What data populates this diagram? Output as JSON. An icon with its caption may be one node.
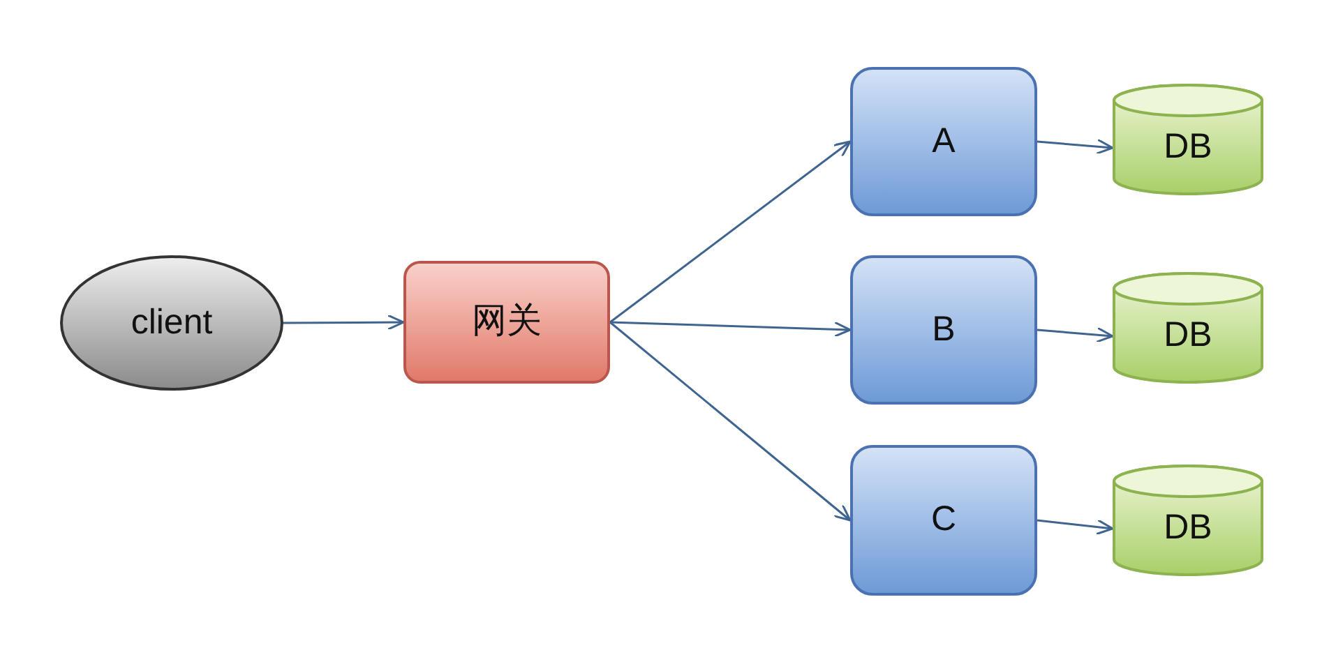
{
  "diagram": {
    "nodes": [
      {
        "text": [
          "client"
        ]
      },
      {
        "text": [
          "网关"
        ]
      },
      {
        "text": [
          "A"
        ]
      },
      {
        "text": [
          "B"
        ]
      },
      {
        "text": [
          "C"
        ]
      },
      {
        "text": [
          "DB"
        ]
      },
      {
        "text": [
          "DB"
        ]
      },
      {
        "text": [
          "DB"
        ]
      }
    ],
    "edges": [
      {
        "from": 0,
        "to": 1,
        "arrow": "to"
      },
      {
        "from": 1,
        "to": 2,
        "arrow": "to"
      },
      {
        "from": 1,
        "to": 3,
        "arrow": "to"
      },
      {
        "from": 1,
        "to": 4,
        "arrow": "to"
      },
      {
        "from": 2,
        "to": 5,
        "arrow": "to"
      },
      {
        "from": 3,
        "to": 6,
        "arrow": "to"
      },
      {
        "from": 4,
        "to": 7,
        "arrow": "to"
      }
    ]
  }
}
